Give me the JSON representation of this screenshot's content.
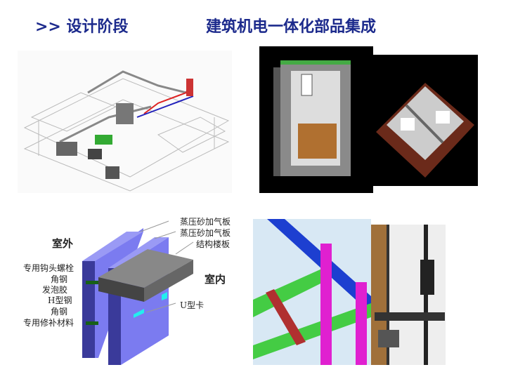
{
  "header": {
    "section": ">> 设计阶段",
    "title": "建筑机电一体化部品集成"
  },
  "diagram": {
    "outside": "室外",
    "inside": "室内",
    "left_labels": [
      "专用钩头螺栓",
      "角钢",
      "发泡胶",
      "H型钢",
      "角钢",
      "专用修补材料"
    ],
    "right_labels": [
      "蒸压砂加气板",
      "蒸压砂加气板",
      "结构楼板"
    ],
    "u_clip": "U型卡"
  },
  "colors": {
    "title": "#1c2a8c",
    "panel": "#7b7bf0",
    "slab": "#6e6e6e"
  }
}
